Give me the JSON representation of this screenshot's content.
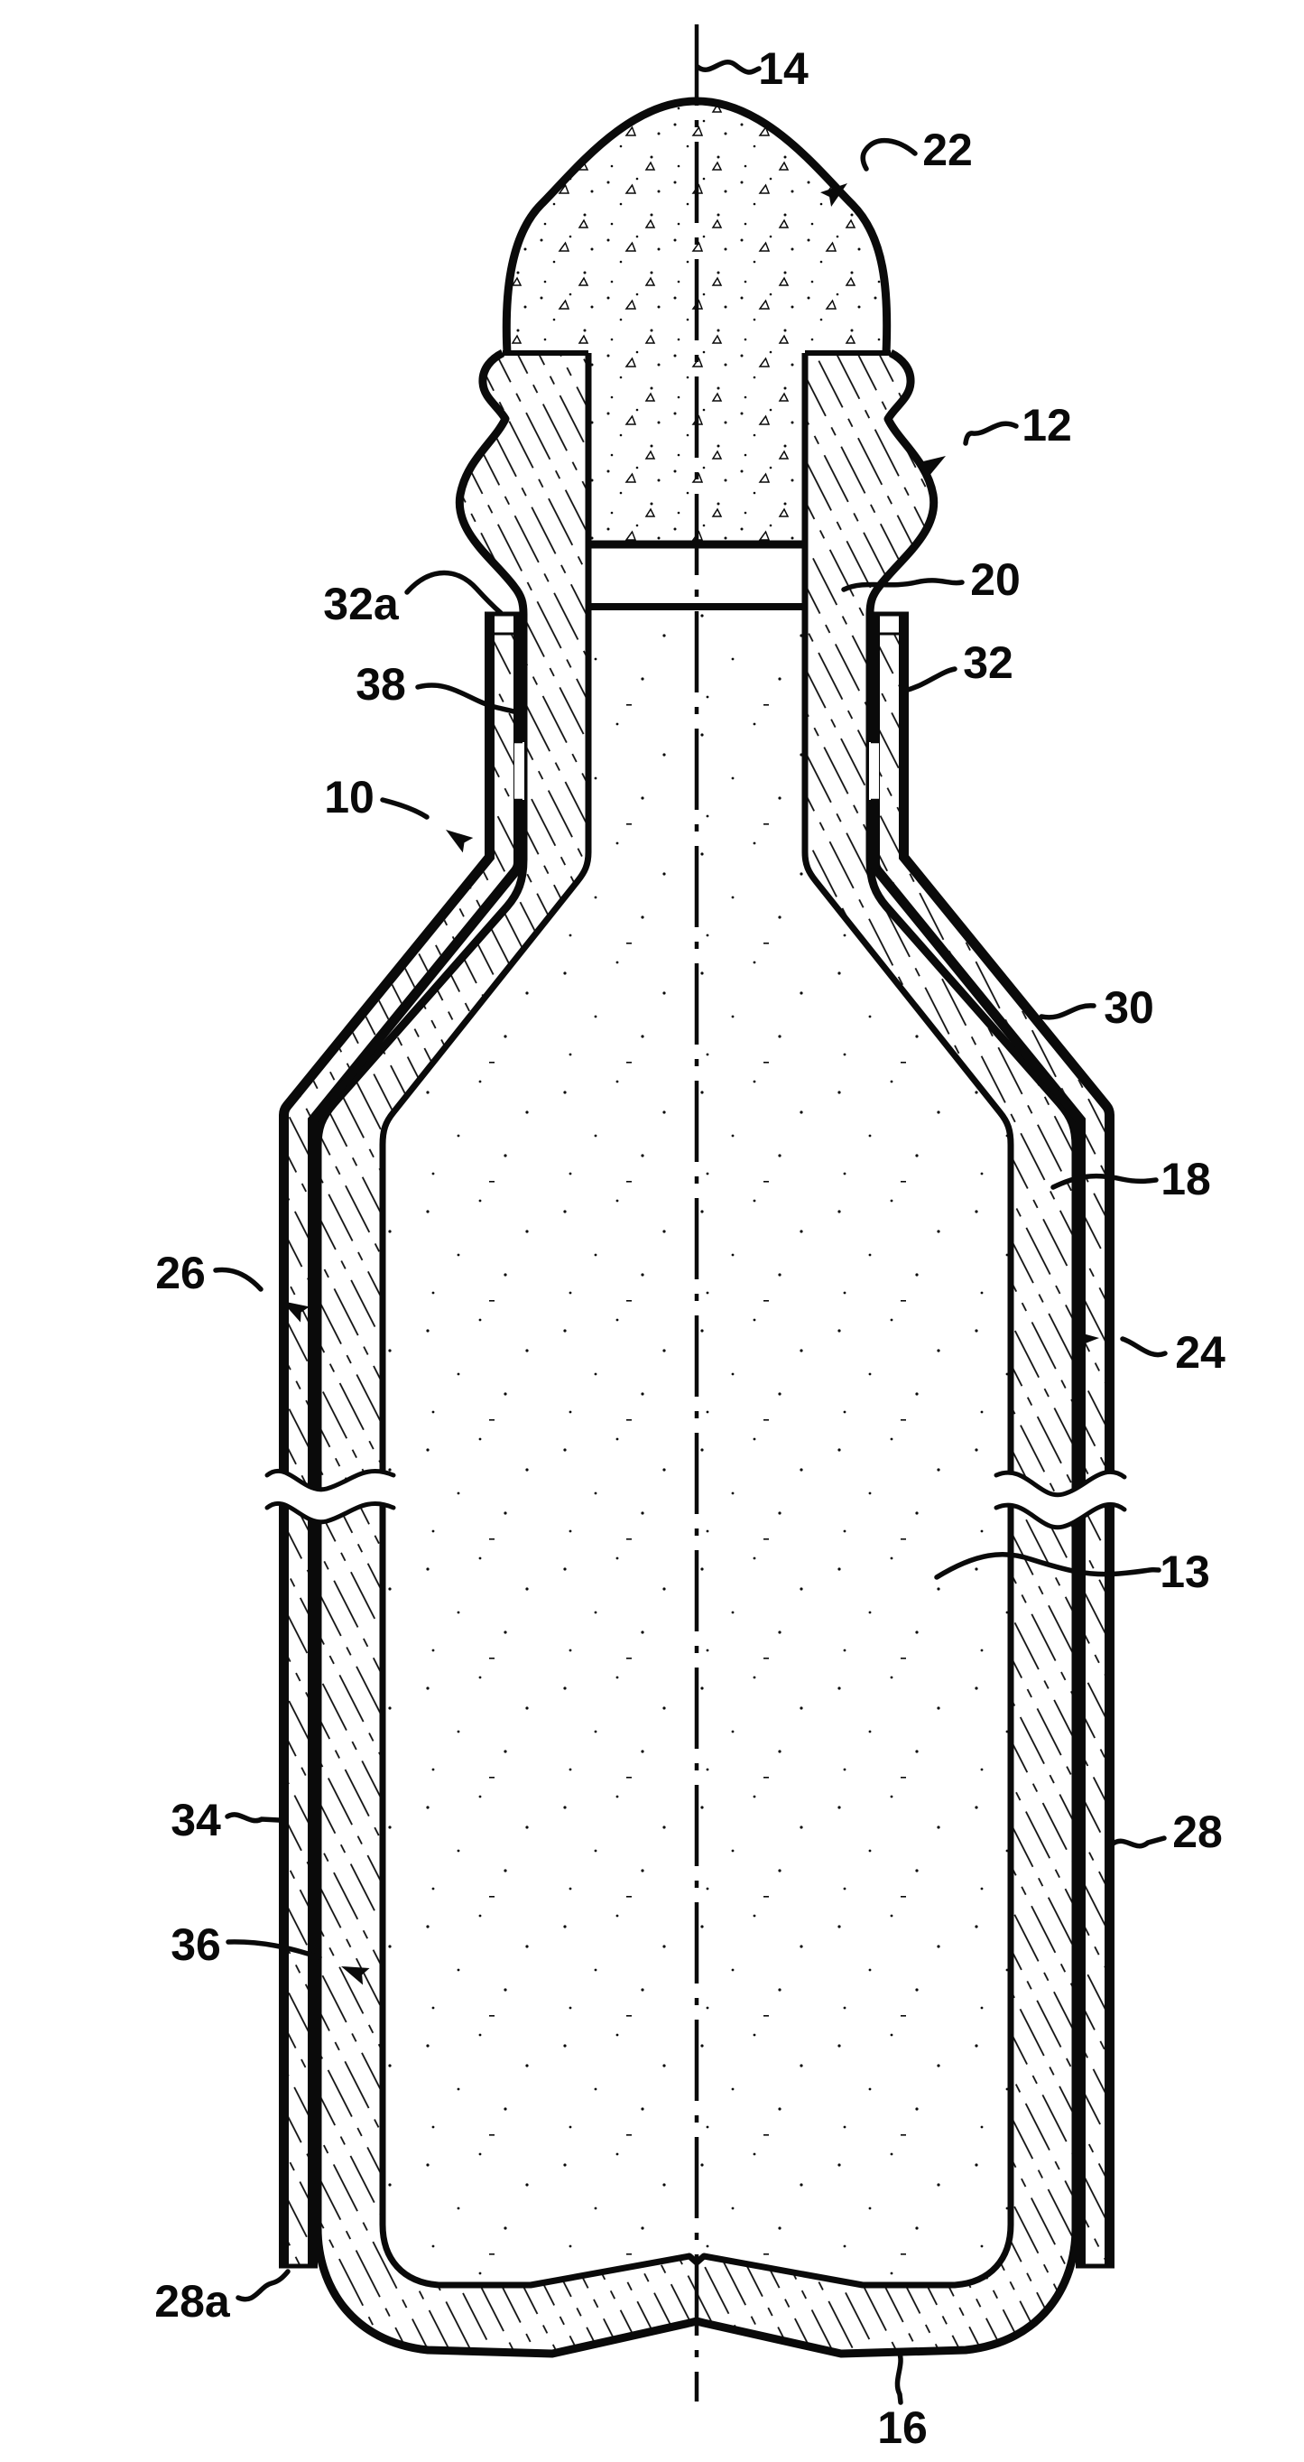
{
  "figure": {
    "background": "#ffffff",
    "ink": "#0a0a0a"
  },
  "reference_numerals": [
    {
      "text": "14"
    },
    {
      "text": "22"
    },
    {
      "text": "12"
    },
    {
      "text": "20"
    },
    {
      "text": "32a"
    },
    {
      "text": "38"
    },
    {
      "text": "32"
    },
    {
      "text": "10"
    },
    {
      "text": "30"
    },
    {
      "text": "18"
    },
    {
      "text": "26"
    },
    {
      "text": "24"
    },
    {
      "text": "13"
    },
    {
      "text": "34"
    },
    {
      "text": "28"
    },
    {
      "text": "36"
    },
    {
      "text": "28a"
    },
    {
      "text": "16"
    }
  ]
}
